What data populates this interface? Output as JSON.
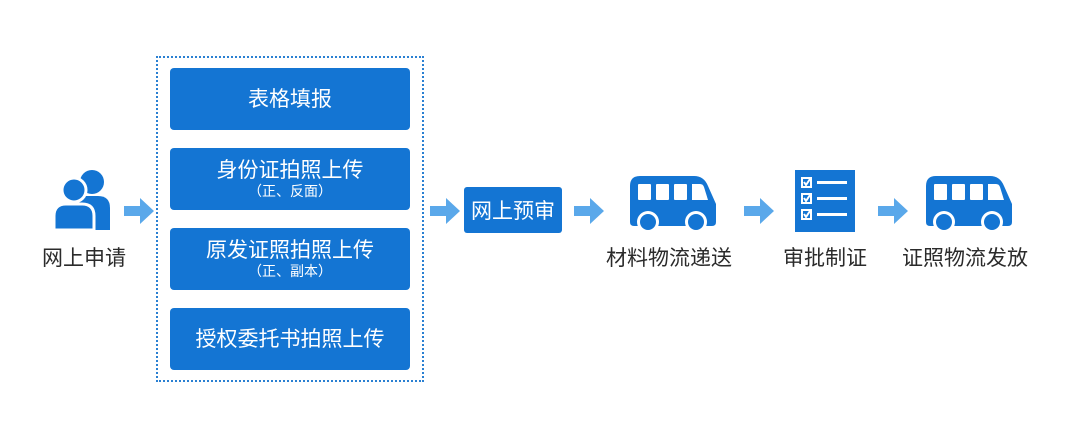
{
  "start": {
    "label": "网上申请",
    "icon": "users-icon"
  },
  "group_steps": [
    {
      "main": "表格填报",
      "sub": ""
    },
    {
      "main": "身份证拍照上传",
      "sub": "（正、反面）"
    },
    {
      "main": "原发证照拍照上传",
      "sub": "（正、副本）"
    },
    {
      "main": "授权委托书拍照上传",
      "sub": ""
    }
  ],
  "pre_review": {
    "label": "网上预审"
  },
  "logistics": {
    "label": "材料物流递送",
    "icon": "van-icon"
  },
  "approval": {
    "label": "审批制证",
    "icon": "checklist-icon"
  },
  "delivery": {
    "label": "证照物流发放",
    "icon": "van-icon"
  },
  "colors": {
    "primary": "#1475d3",
    "arrow": "#5aa8ea",
    "text": "#2b2b2b"
  }
}
